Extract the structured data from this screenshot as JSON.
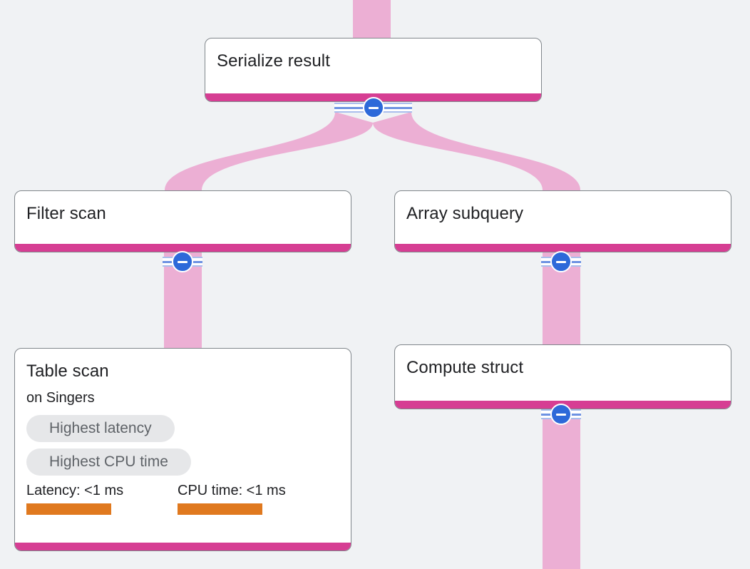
{
  "diagram": {
    "type": "query-execution-plan",
    "colors": {
      "background": "#f0f2f4",
      "ribbon": "#ecafd4",
      "node_border": "#80868b",
      "node_accent": "#d63e93",
      "collapse_button": "#2d69d9",
      "badge_background": "#e6e7e9",
      "badge_text": "#5f6368",
      "metric_bar": "#e0791f",
      "title_text": "#202124"
    },
    "nodes": [
      {
        "title": "Serialize result"
      },
      {
        "title": "Filter scan"
      },
      {
        "title": "Array subquery"
      },
      {
        "title": "Table scan",
        "subtitle": "on Singers",
        "badges": [
          "Highest latency",
          "Highest CPU time"
        ],
        "stats": [
          {
            "label": "Latency: <1 ms"
          },
          {
            "label": "CPU time: <1 ms"
          }
        ]
      },
      {
        "title": "Compute struct"
      }
    ],
    "edges": [
      "root to Serialize result",
      "Serialize result to Filter scan",
      "Serialize result to Array subquery",
      "Filter scan to Table scan",
      "Array subquery to Compute struct",
      "Compute struct to child below"
    ]
  }
}
